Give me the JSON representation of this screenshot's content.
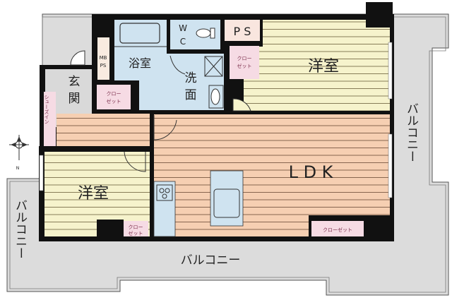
{
  "rooms": {
    "western_room_north": "洋室",
    "western_room_south": "洋室",
    "ldk": "L D K",
    "bathroom": "浴室",
    "washroom_line1": "洗",
    "washroom_line2": "面",
    "entrance_line1": "玄",
    "entrance_line2": "関",
    "wc_line1": "W",
    "wc_line2": "C",
    "ps": "P S",
    "mbps_line1": "MB",
    "mbps_line2": "PS",
    "shoes_in": "シューズイン"
  },
  "closets": {
    "line1": "クロー",
    "line2": "ゼット",
    "ldk_closet": "クローゼット"
  },
  "balcony": {
    "label": "バルコニー"
  },
  "compass": {
    "north": "N"
  },
  "colors": {
    "wall": "#111111",
    "balcony": "#dcdcdc",
    "wet_area": "#cfe3f0",
    "closet": "#f6dbe4",
    "western_room": "#f6f3cc",
    "ldk_floor": "#f6cfb2",
    "entrance": "#d9d9d9"
  }
}
